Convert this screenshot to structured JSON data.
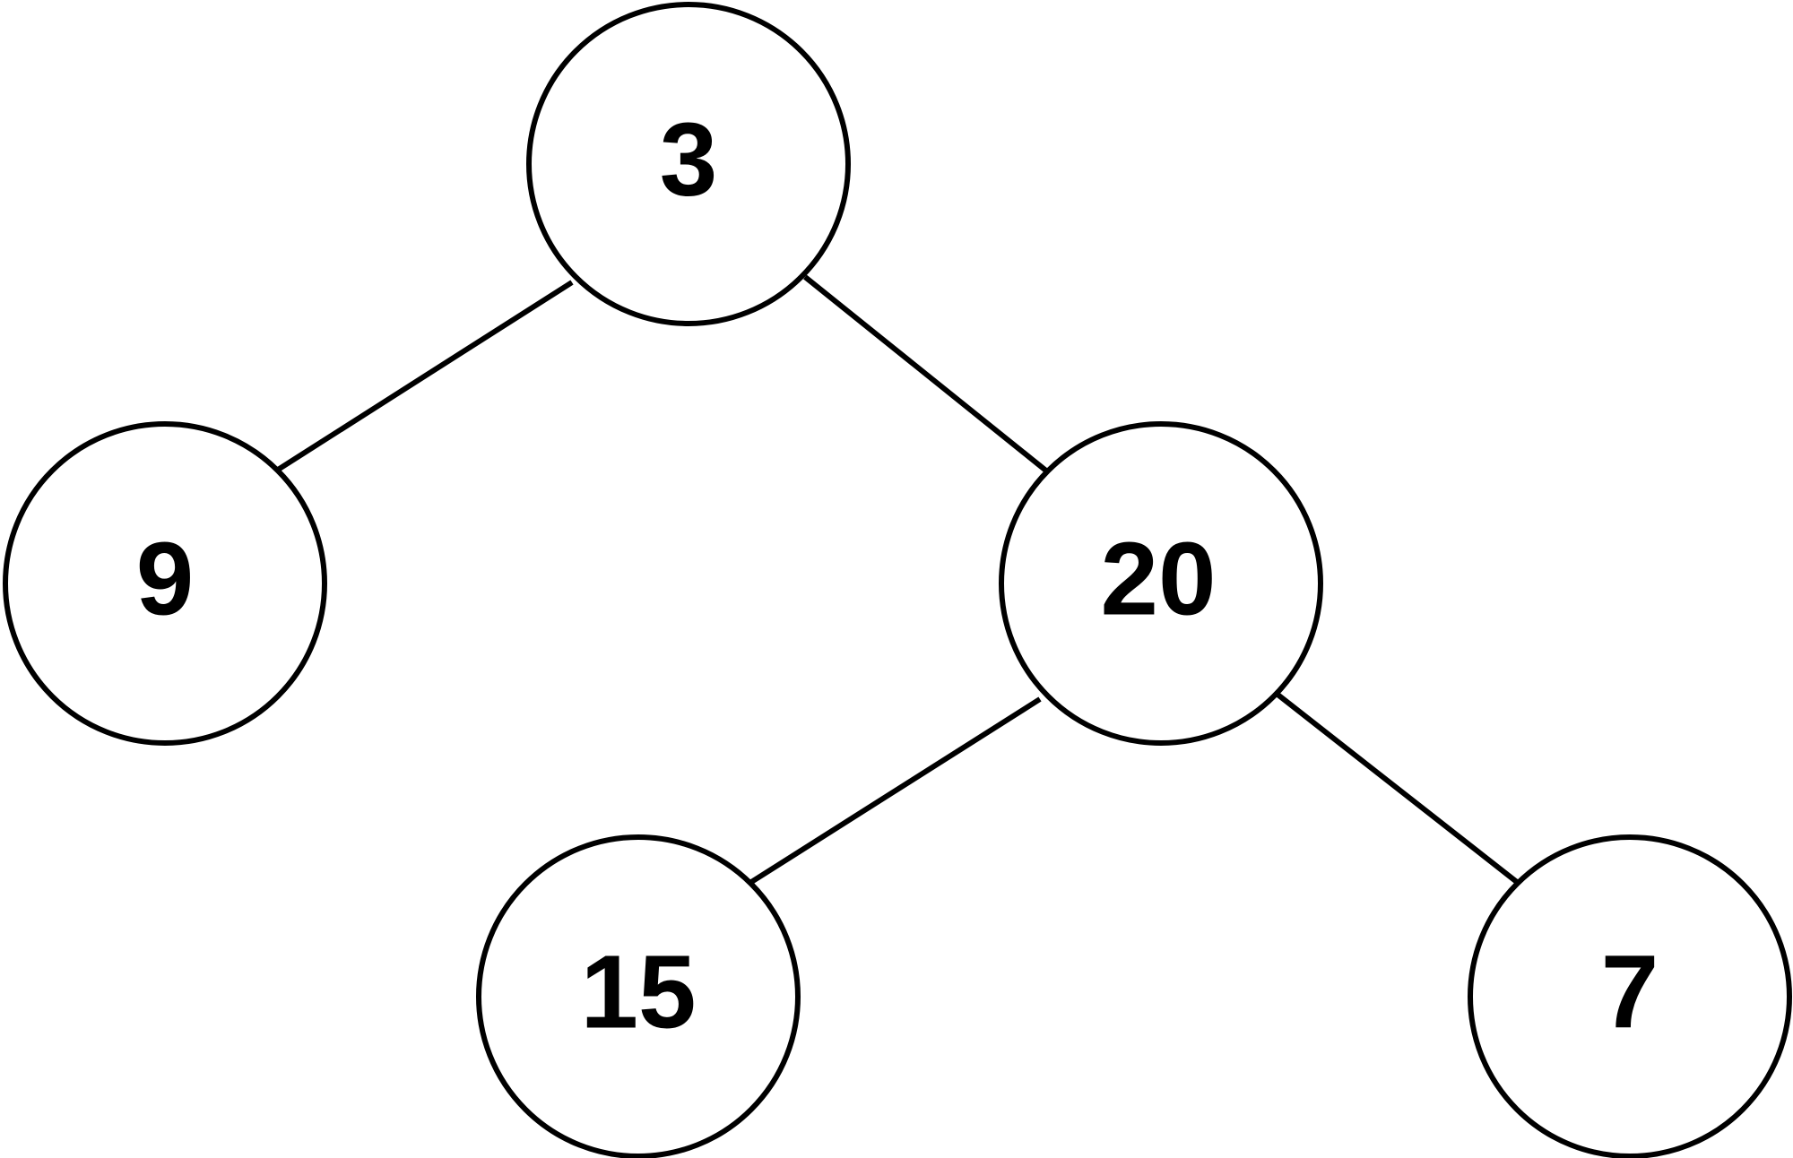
{
  "diagram": {
    "type": "binary-tree",
    "nodes": [
      {
        "id": "n3",
        "label": "3",
        "level": 0
      },
      {
        "id": "n9",
        "label": "9",
        "level": 1
      },
      {
        "id": "n20",
        "label": "20",
        "level": 1
      },
      {
        "id": "n15",
        "label": "15",
        "level": 2
      },
      {
        "id": "n7",
        "label": "7",
        "level": 2
      }
    ],
    "edges": [
      {
        "from": "n3",
        "to": "n9"
      },
      {
        "from": "n3",
        "to": "n20"
      },
      {
        "from": "n20",
        "to": "n15"
      },
      {
        "from": "n20",
        "to": "n7"
      }
    ],
    "colors": {
      "stroke": "#000000",
      "fill": "#ffffff",
      "text": "#000000",
      "background": "#ffffff"
    }
  }
}
